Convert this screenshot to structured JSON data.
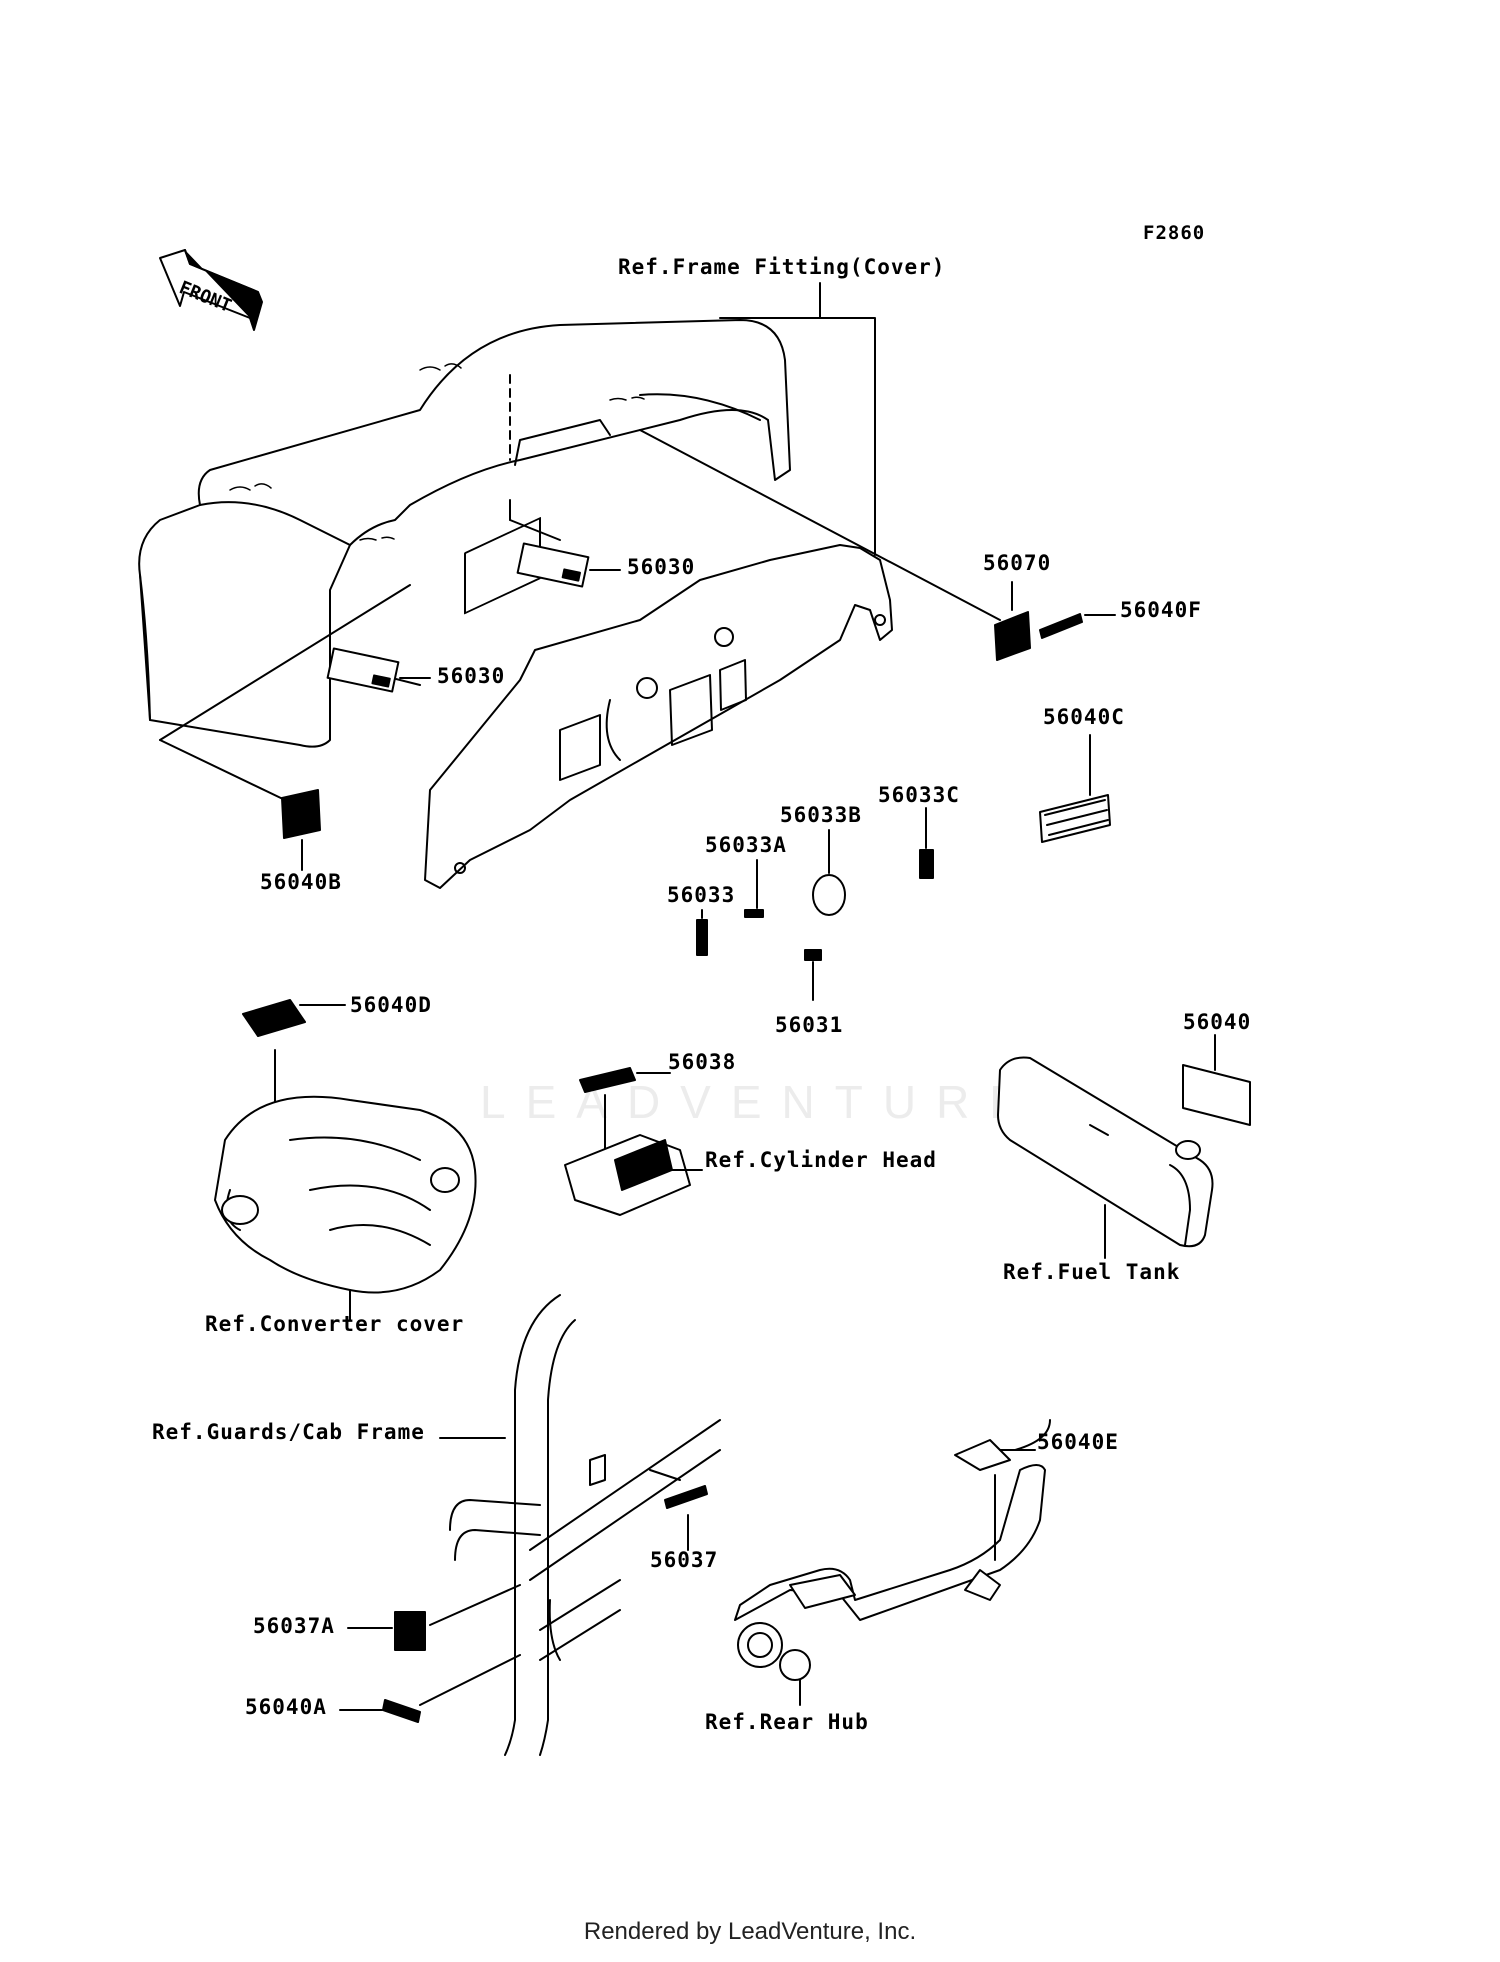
{
  "diagram_code": "F2860",
  "front_label": "FRONT",
  "watermark": "LEADVENTURE",
  "footer": "Rendered by LeadVenture, Inc.",
  "labels": {
    "frame_fitting": "Ref.Frame Fitting(Cover)",
    "p56030_top": "56030",
    "p56030_left": "56030",
    "p56070": "56070",
    "p56040F": "56040F",
    "p56040C": "56040C",
    "p56033C": "56033C",
    "p56033B": "56033B",
    "p56033A": "56033A",
    "p56033": "56033",
    "p56031": "56031",
    "p56040B": "56040B",
    "p56040D": "56040D",
    "p56038": "56038",
    "cylinder_head": "Ref.Cylinder Head",
    "p56040": "56040",
    "fuel_tank": "Ref.Fuel Tank",
    "converter_cover": "Ref.Converter cover",
    "guards_cab_frame": "Ref.Guards/Cab Frame",
    "p56040E": "56040E",
    "p56037": "56037",
    "p56037A": "56037A",
    "p56040A": "56040A",
    "rear_hub": "Ref.Rear Hub"
  }
}
